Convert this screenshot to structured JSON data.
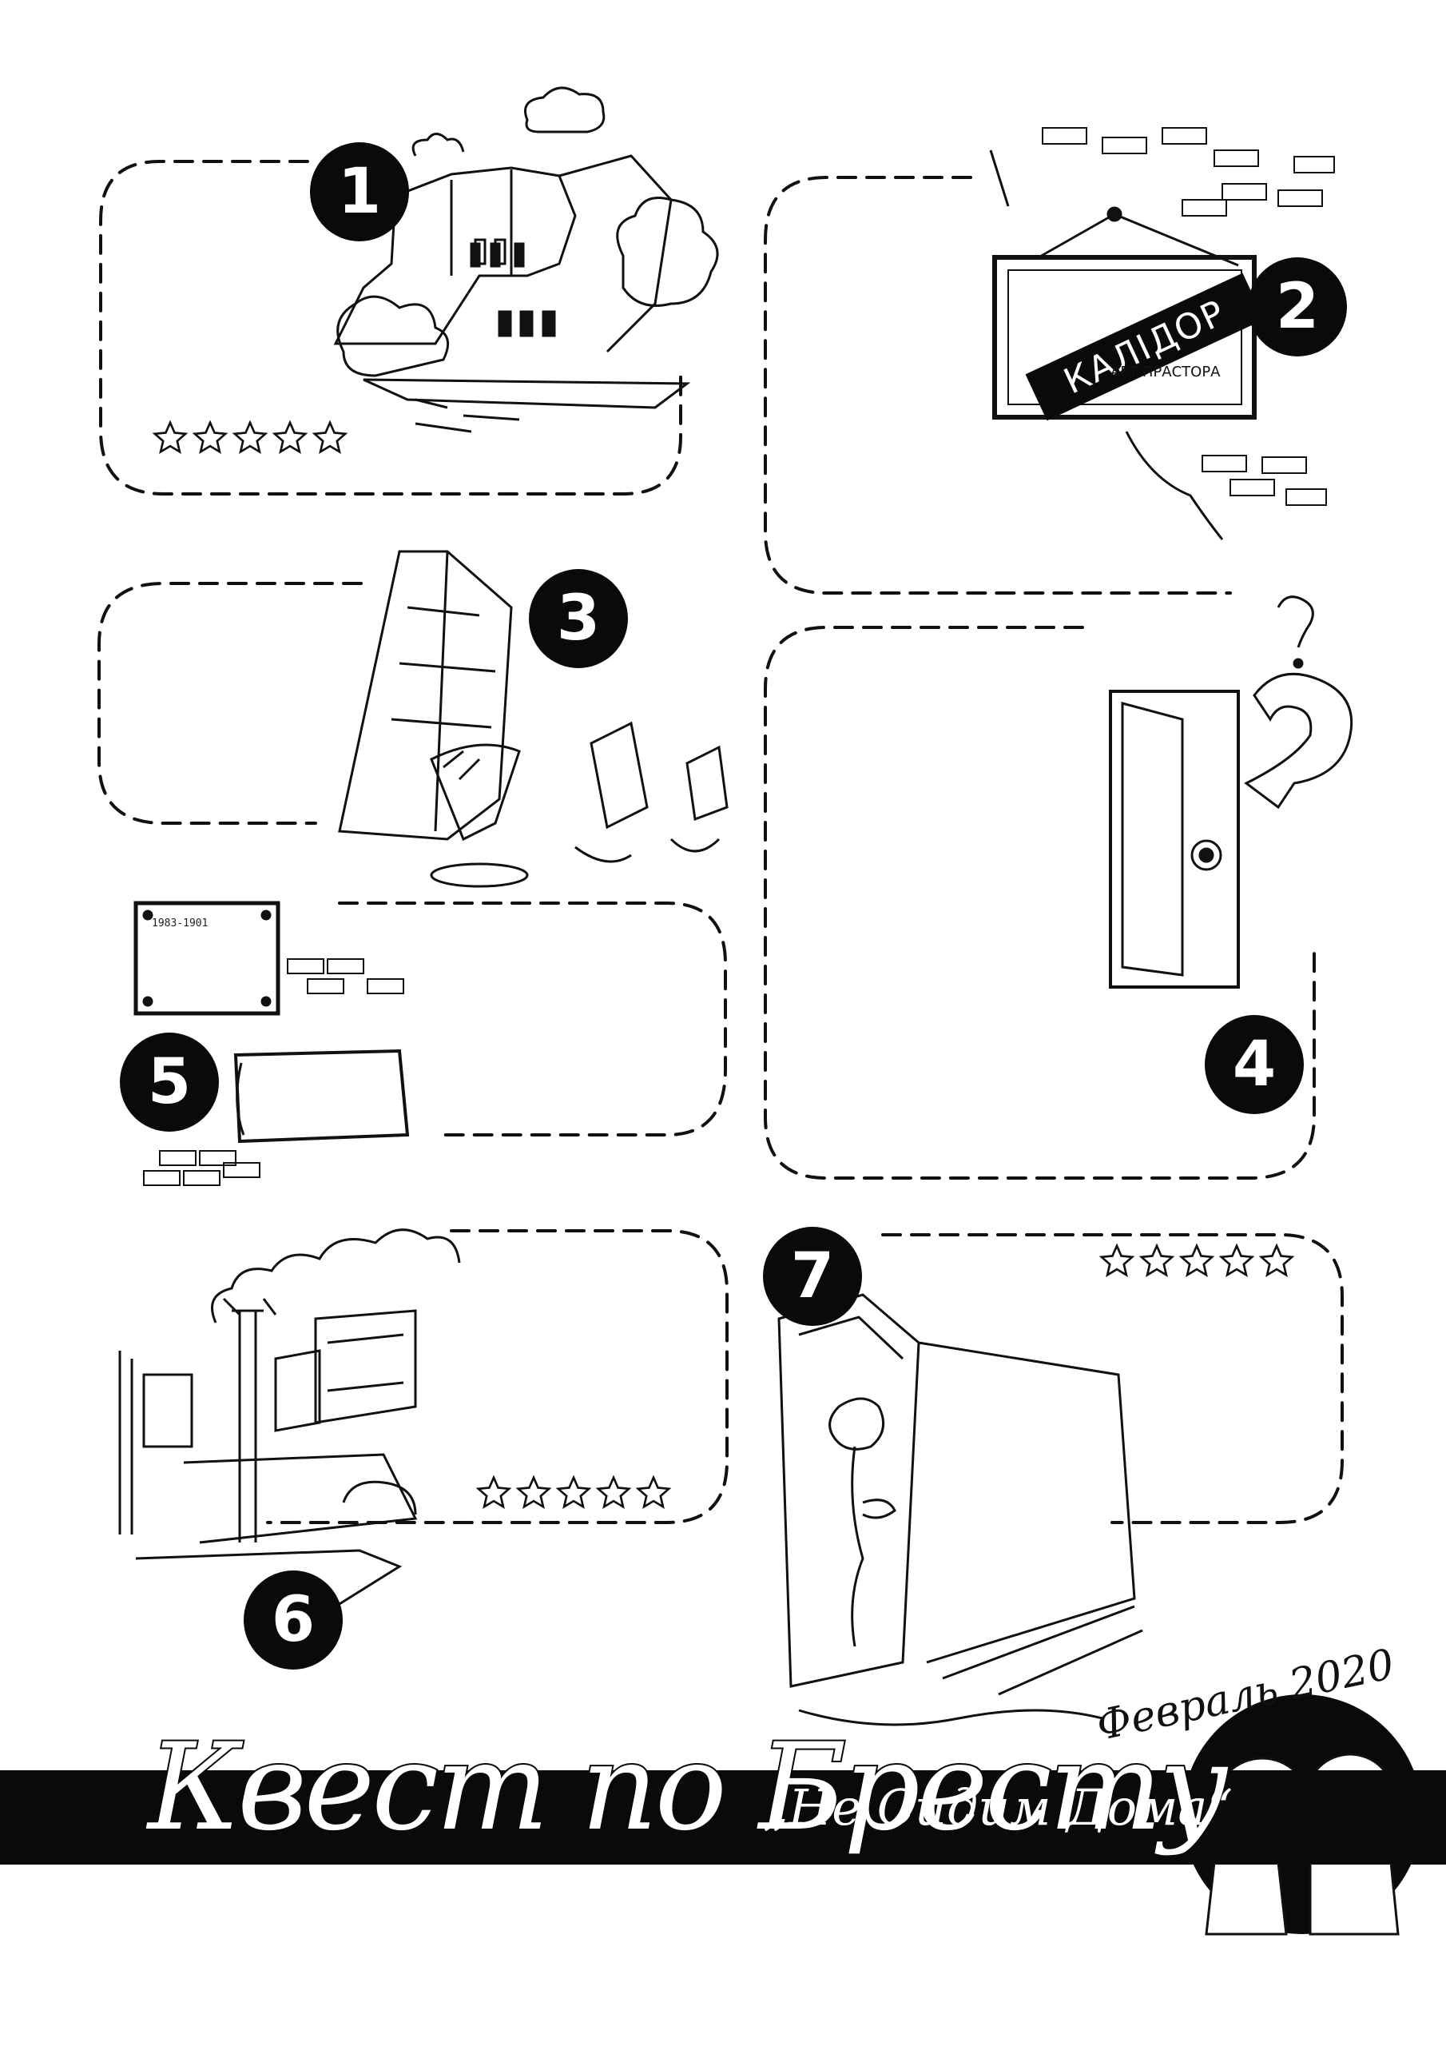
{
  "stops": [
    {
      "number": "1"
    },
    {
      "number": "2"
    },
    {
      "number": "3"
    },
    {
      "number": "4"
    },
    {
      "number": "5"
    },
    {
      "number": "6"
    },
    {
      "number": "7"
    }
  ],
  "sign": {
    "title": "КАЛІДОР",
    "subtitle": "АРТ ПРАСТОРА"
  },
  "plaque": {
    "year_line": "1983-1901"
  },
  "footer": {
    "title": "Квест по Бресту",
    "subtitle": "„Не Сидим Дома“",
    "date": "Февраль 2020"
  },
  "colors": {
    "ink": "#0a0a0a",
    "paper": "#ffffff"
  }
}
